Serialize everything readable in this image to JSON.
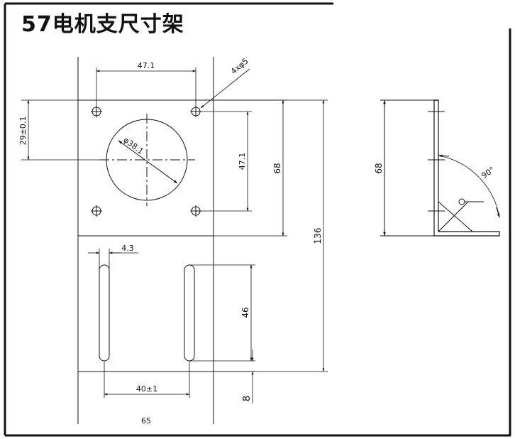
{
  "title": "57电机支尺寸架",
  "dimensions": {
    "hole_spacing_top": "47.1",
    "hole_callout": "4xφ5",
    "hole_offset_left": "29±0.1",
    "bore_diameter": "φ38.1",
    "hole_spacing_right": "47.1",
    "plate_height": "68",
    "total_height": "136",
    "slot_width": "4.3",
    "slot_length": "46",
    "slot_spacing": "40±1",
    "bottom_margin": "8",
    "overall_width": "65",
    "side_height": "68",
    "bend_angle": "90°"
  }
}
